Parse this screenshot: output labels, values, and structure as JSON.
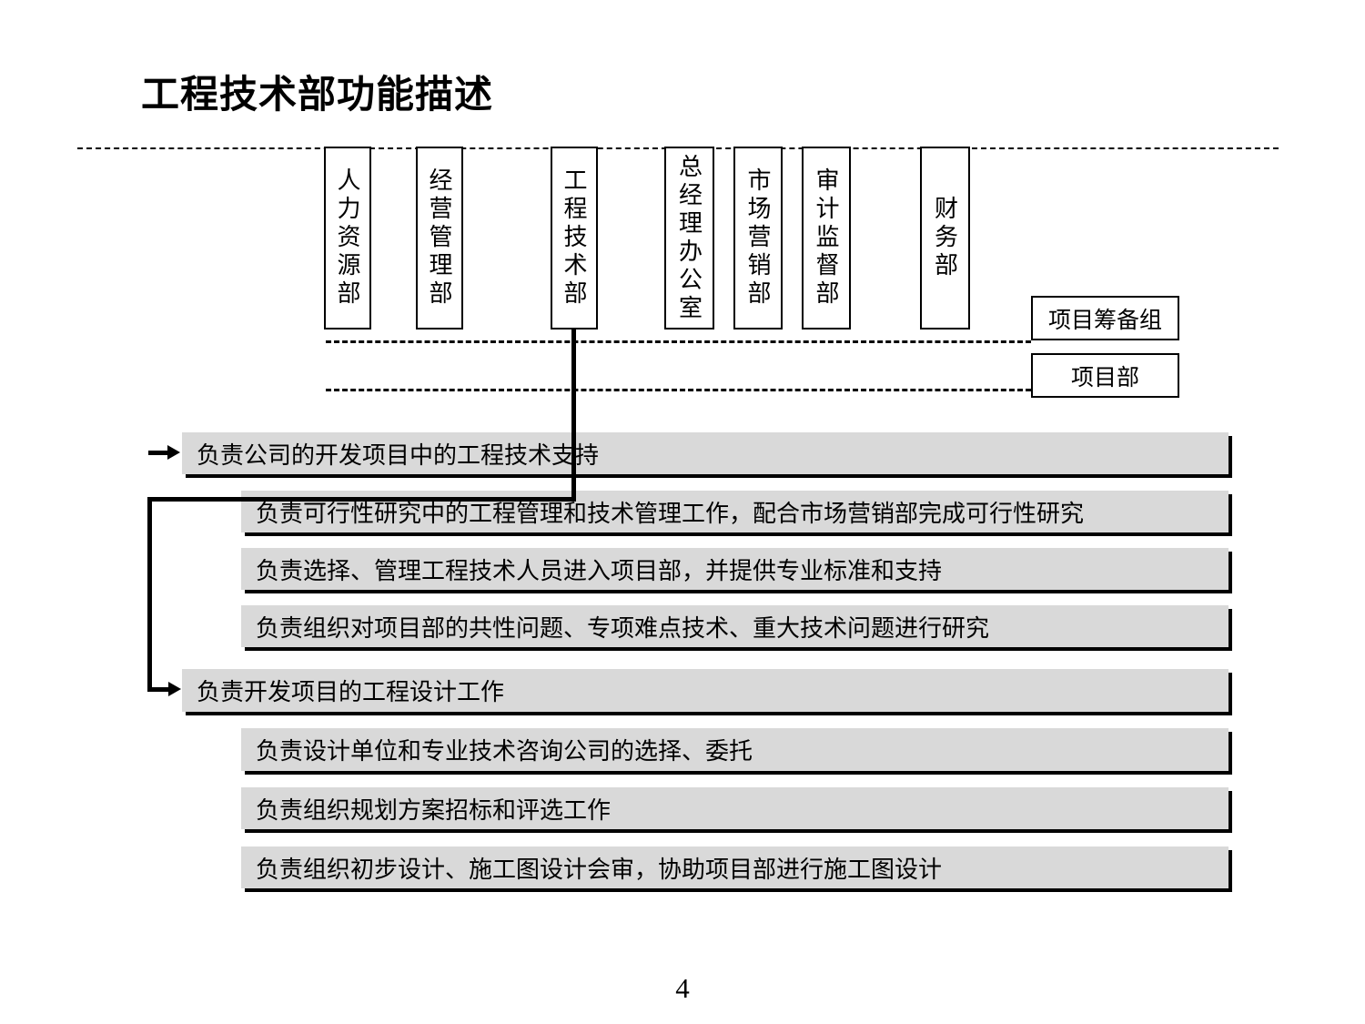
{
  "title": "工程技术部功能描述",
  "page_number": "4",
  "departments": [
    {
      "label": "人力资源部"
    },
    {
      "label": "经营管理部"
    },
    {
      "label": "工程技术部"
    },
    {
      "label": "总经理办公室"
    },
    {
      "label": "市场营销部"
    },
    {
      "label": "审计监督部"
    },
    {
      "label": "财务部"
    }
  ],
  "project_boxes": [
    {
      "label": "项目筹备组"
    },
    {
      "label": "项目部"
    }
  ],
  "functions": [
    {
      "level": 1,
      "text": "负责公司的开发项目中的工程技术支持"
    },
    {
      "level": 2,
      "text": "负责可行性研究中的工程管理和技术管理工作，配合市场营销部完成可行性研究"
    },
    {
      "level": 2,
      "text": "负责选择、管理工程技术人员进入项目部，并提供专业标准和支持"
    },
    {
      "level": 2,
      "text": "负责组织对项目部的共性问题、专项难点技术、重大技术问题进行研究"
    },
    {
      "level": 1,
      "text": "负责开发项目的工程设计工作"
    },
    {
      "level": 2,
      "text": "负责设计单位和专业技术咨询公司的选择、委托"
    },
    {
      "level": 2,
      "text": "负责组织规划方案招标和评选工作"
    },
    {
      "level": 2,
      "text": "负责组织初步设计、施工图设计会审，协助项目部进行施工图设计"
    }
  ],
  "colors": {
    "bar_fill": "#d9d9d9",
    "line": "#000000",
    "background": "#ffffff"
  }
}
